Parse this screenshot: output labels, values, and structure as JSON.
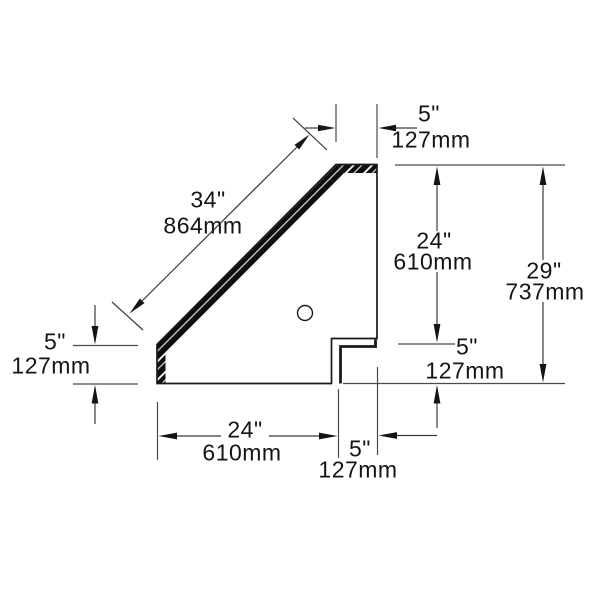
{
  "diagram": {
    "kind": "technical-cross-section-drawing",
    "background_color": "#ffffff",
    "line_color": "#1a1a1a",
    "dim_line_color": "#4a4a4a",
    "dimensions": {
      "diagonal": {
        "inches": "34\"",
        "metric": "864mm"
      },
      "top_width": {
        "inches": "5\"",
        "metric": "127mm"
      },
      "right_height": {
        "inches": "24\"",
        "metric": "610mm"
      },
      "overall_height": {
        "inches": "29\"",
        "metric": "737mm"
      },
      "left_height": {
        "inches": "5\"",
        "metric": "127mm"
      },
      "step_height": {
        "inches": "5\"",
        "metric": "127mm"
      },
      "bottom_width": {
        "inches": "24\"",
        "metric": "610mm"
      },
      "step_width": {
        "inches": "5\"",
        "metric": "127mm"
      }
    }
  }
}
